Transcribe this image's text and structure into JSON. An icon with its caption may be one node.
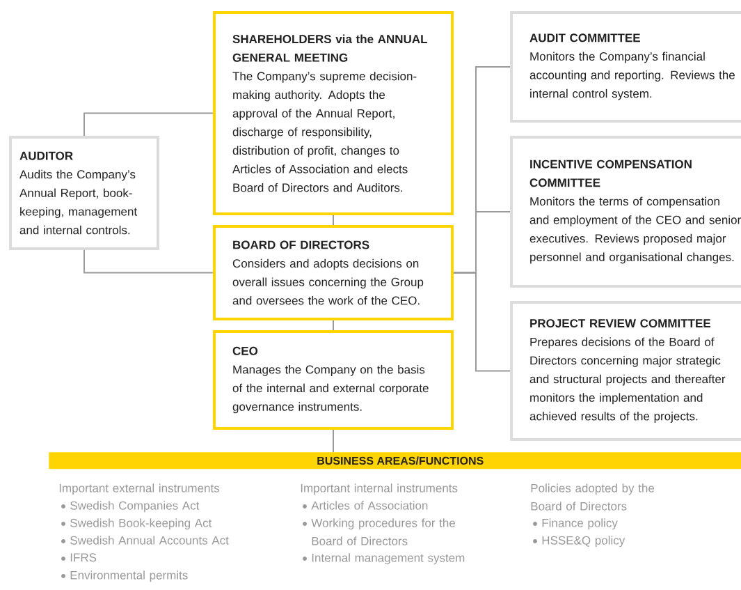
{
  "diagram": {
    "nodes": [
      {
        "text": [
          "SHAREHOLDERS via the ANNUAL GENERAL MEETING",
          "The Company’s supreme decision-making authority. Adopts the approval of the Annual Report, discharge of responsibility, distribution of profit, changes to Articles of Association and elects Board of Directors and Auditors."
        ]
      },
      {
        "text": [
          "AUDITOR",
          "Audits the Company’s Annual Report, book-keeping, management and internal controls."
        ]
      },
      {
        "text": [
          "BOARD OF DIRECTORS",
          "Considers and adopts decisions on overall issues concerning the Group and oversees the work of the CEO."
        ]
      },
      {
        "text": [
          "CEO",
          "Manages the Company on the basis of the internal and external corporate governance instruments."
        ]
      },
      {
        "text": [
          "AUDIT COMMITTEE",
          "Monitors the Company’s financial accounting and reporting. Reviews the internal control system."
        ]
      },
      {
        "text": [
          "INCENTIVE COMPENSATION COMMITTEE",
          "Monitors the terms of compensation and employment of the CEO and senior executives. Reviews proposed major personnel and organisational changes."
        ]
      },
      {
        "text": [
          "PROJECT REVIEW COMMITTEE",
          "Prepares decisions of the Board of Directors concerning major strategic and structural projects and thereafter monitors the implementation and achieved results of the projects."
        ]
      },
      {
        "text": [
          "BUSINESS AREAS/FUNCTIONS"
        ]
      }
    ],
    "edges": [
      {
        "from": 1,
        "to": 0,
        "arrow": "none"
      },
      {
        "from": 1,
        "to": 2,
        "arrow": "none"
      },
      {
        "from": 0,
        "to": 2,
        "arrow": "none"
      },
      {
        "from": 2,
        "to": 3,
        "arrow": "none"
      },
      {
        "from": 3,
        "to": 7,
        "arrow": "none"
      },
      {
        "from": 2,
        "to": 4,
        "arrow": "none"
      },
      {
        "from": 2,
        "to": 5,
        "arrow": "none"
      },
      {
        "from": 2,
        "to": 6,
        "arrow": "none"
      }
    ],
    "labels": [
      "Important external instruments",
      "Swedish Companies Act",
      "Swedish Book-keeping Act",
      "Swedish Annual Accounts Act",
      "IFRS",
      "Environmental permits",
      "Important internal instruments",
      "Articles of Association",
      "Working procedures for the Board of Directors",
      "Internal management system",
      "Policies adopted by the Board of Directors",
      "Finance policy",
      "HSSE&Q policy"
    ]
  }
}
